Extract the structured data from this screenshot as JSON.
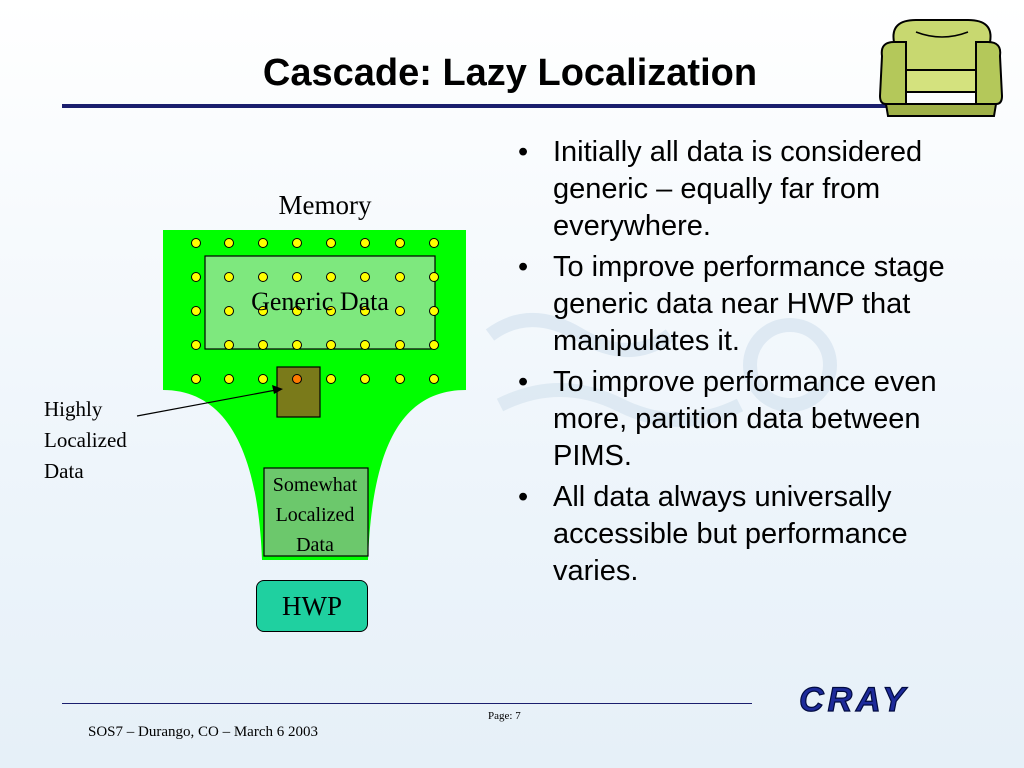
{
  "slide": {
    "title": "Cascade: Lazy Localization"
  },
  "diagram": {
    "memory_label": "Memory",
    "generic_label": "Generic Data",
    "highly_label_lines": [
      "Highly",
      "Localized",
      "Data"
    ],
    "somewhat_label_lines": [
      "Somewhat",
      "Localized",
      "Data"
    ],
    "hwp_label": "HWP",
    "colors": {
      "memory_fill": "#00ff00",
      "generic_fill": "#7ee87e",
      "somewhat_fill": "#6cc86c",
      "highly_fill": "#7a7a1a",
      "dot": "#ffff00",
      "dot_highlight": "#ff7a00",
      "hwp_fill": "#1fd0a0"
    }
  },
  "bullets": [
    "Initially all data is considered generic – equally far from everywhere.",
    "To improve performance stage generic data near HWP that manipulates it.",
    "To improve performance even more, partition data between PIMS.",
    "All data always universally accessible but performance varies."
  ],
  "footer": {
    "text": "SOS7 – Durango, CO – March 6 2003",
    "page": "Page: 7",
    "logo_text": "CRAY"
  },
  "icons": {
    "corner": "sofa-icon",
    "background": "watermark-graphic"
  }
}
